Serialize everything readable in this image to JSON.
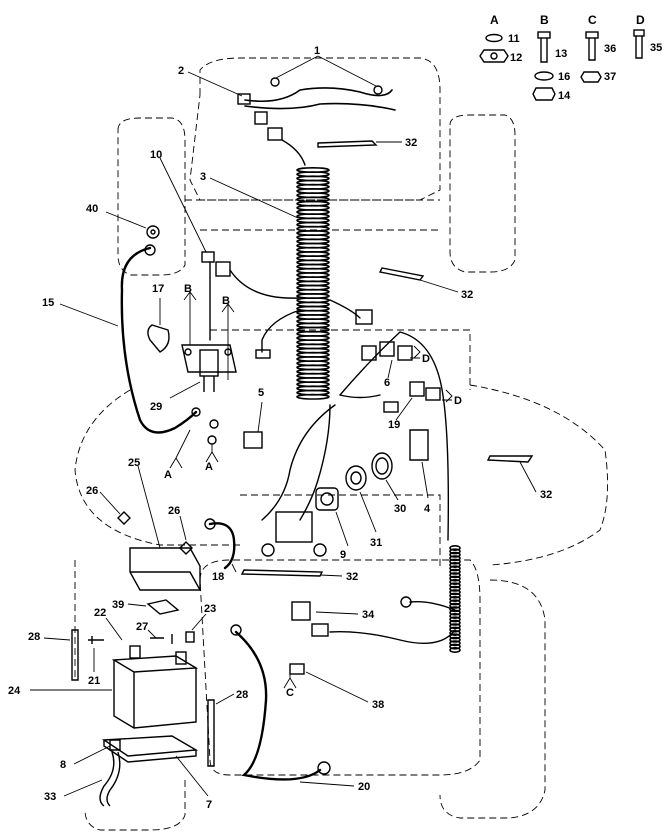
{
  "diagram": {
    "key": [
      {
        "letter": "A",
        "parts": [
          "11",
          "12"
        ]
      },
      {
        "letter": "B",
        "parts": [
          "13",
          "16",
          "14"
        ]
      },
      {
        "letter": "C",
        "parts": [
          "36",
          "37"
        ]
      },
      {
        "letter": "D",
        "parts": [
          "35"
        ]
      }
    ],
    "callouts": {
      "c1": "1",
      "c2": "2",
      "c3": "3",
      "c4": "4",
      "c5": "5",
      "c6": "6",
      "c7": "7",
      "c8": "8",
      "c9": "9",
      "c10": "10",
      "c15": "15",
      "c17": "17",
      "c18": "18",
      "c19": "19",
      "c20": "20",
      "c21": "21",
      "c22": "22",
      "c23": "23",
      "c24": "24",
      "c25": "25",
      "c26a": "26",
      "c26b": "26",
      "c27": "27",
      "c28a": "28",
      "c28b": "28",
      "c29": "29",
      "c30": "30",
      "c31": "31",
      "c32a": "32",
      "c32b": "32",
      "c32c": "32",
      "c32d": "32",
      "c33": "33",
      "c34": "34",
      "c38": "38",
      "c39": "39",
      "c40": "40"
    },
    "refs": {
      "bA1": "A",
      "bA2": "A",
      "bB1": "B",
      "bB2": "B",
      "bD1": "D",
      "bD2": "D",
      "bC1": "C"
    }
  }
}
